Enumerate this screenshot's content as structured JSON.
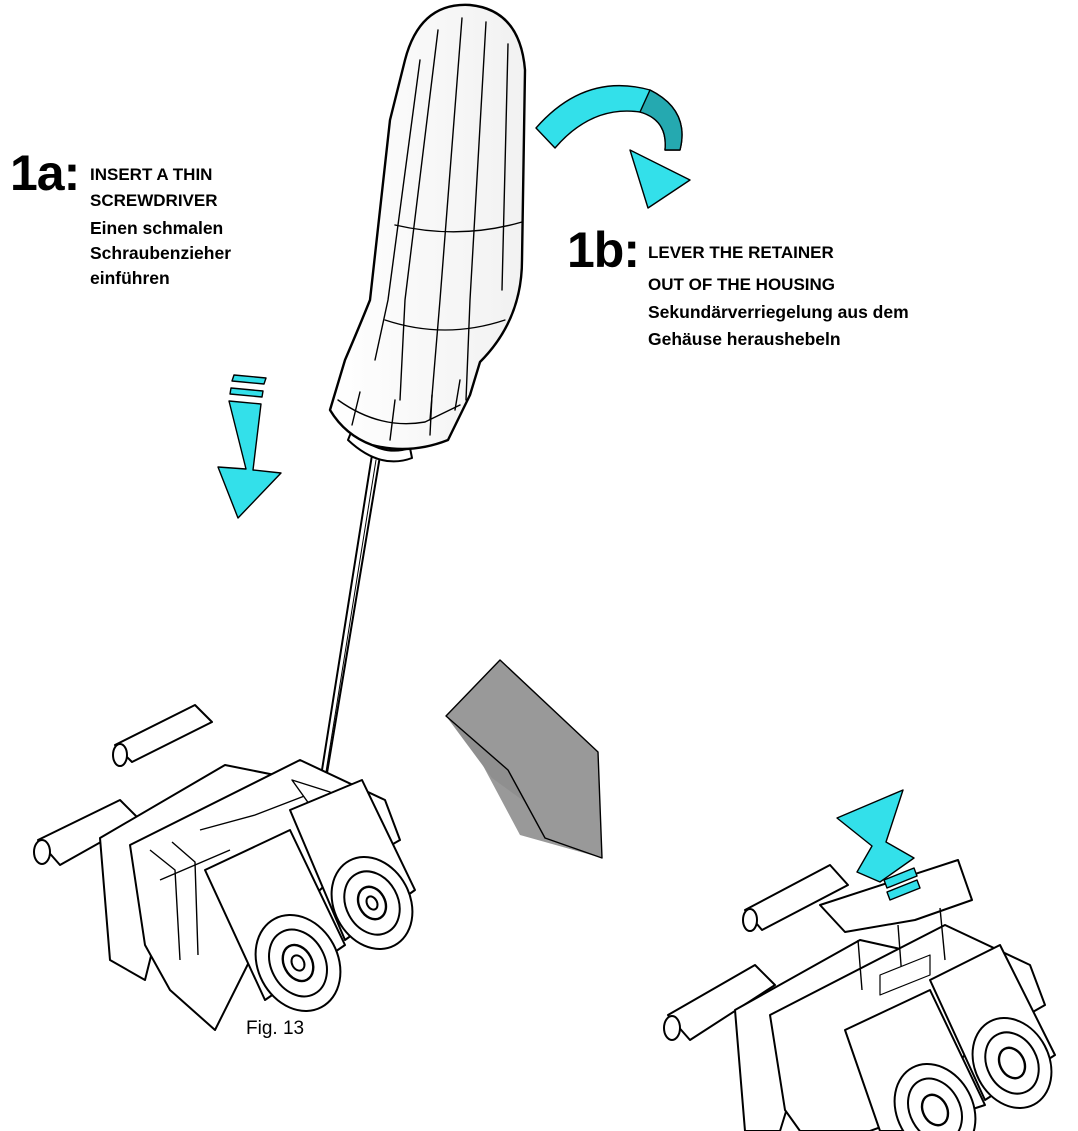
{
  "steps": {
    "a": {
      "number": "1a:",
      "lines": [
        "INSERT A THIN",
        "SCREWDRIVER",
        "Einen schmalen",
        "Schraubenzieher",
        "einführen"
      ]
    },
    "b": {
      "number": "1b:",
      "lines": [
        "LEVER THE RETAINER",
        "OUT OF THE HOUSING",
        "Sekundärverriegelung aus dem",
        "Gehäuse heraushebeln"
      ]
    }
  },
  "caption": "Fig. 13",
  "colors": {
    "arrow_cyan": "#33e0ea",
    "arrow_dark": "#25a9b0",
    "chevron_gray": "#999999",
    "line": "#000000"
  },
  "icons": [
    "screwdriver",
    "connector-housing",
    "insert-arrow",
    "rotate-arrow",
    "next-step-chevron",
    "lift-arrow"
  ]
}
